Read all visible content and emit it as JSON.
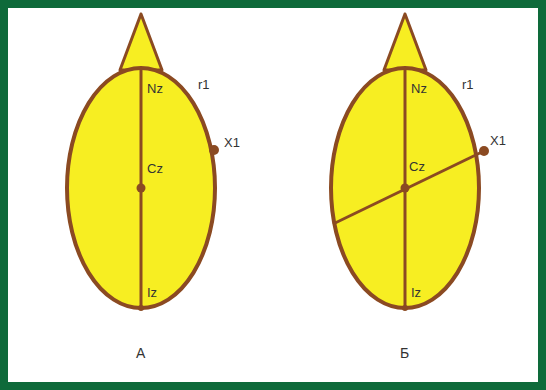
{
  "diagram": {
    "labels": [
      "Nz",
      "r1",
      "X1",
      "Cz",
      "Iz",
      "А",
      "Nz",
      "r1",
      "X1",
      "Cz",
      "Iz",
      "Б"
    ]
  }
}
